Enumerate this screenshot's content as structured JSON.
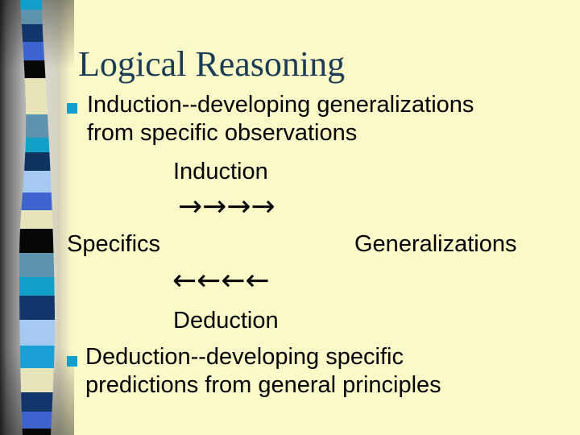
{
  "slide": {
    "title": "Logical Reasoning",
    "bullet1": {
      "line1": "Induction--developing generalizations",
      "line2": "from specific observations"
    },
    "diagram": {
      "top_label": "Induction",
      "forward_arrows": "→→→→",
      "left_term": "Specifics",
      "right_term": "Generalizations",
      "back_arrows": "←←←←",
      "bottom_label": "Deduction"
    },
    "bullet2": {
      "line1": "Deduction--developing specific",
      "line2": "predictions from general principles"
    }
  },
  "colors": {
    "background": "#FCF9C8",
    "title_text": "#1B3C55",
    "body_text": "#000000",
    "bullet_square": "#189EC6"
  },
  "ribbon": {
    "stripes": [
      {
        "color": "#12A0C9",
        "h": 12
      },
      {
        "color": "#5E93AD",
        "h": 18
      },
      {
        "color": "#12366B",
        "h": 22
      },
      {
        "color": "#3D63CE",
        "h": 23
      },
      {
        "color": "#070707",
        "h": 22
      },
      {
        "color": "#E8E4BA",
        "h": 45
      },
      {
        "color": "#5E93AD",
        "h": 29
      },
      {
        "color": "#12A0C9",
        "h": 18
      },
      {
        "color": "#0E3462",
        "h": 23
      },
      {
        "color": "#A5C9F0",
        "h": 27
      },
      {
        "color": "#3D63CE",
        "h": 22
      },
      {
        "color": "#E8E4BA",
        "h": 23
      },
      {
        "color": "#070707",
        "h": 30
      },
      {
        "color": "#5E93AD",
        "h": 30
      },
      {
        "color": "#12A0C9",
        "h": 23
      },
      {
        "color": "#12366B",
        "h": 30
      },
      {
        "color": "#A5C9F0",
        "h": 32
      },
      {
        "color": "#1B9FD4",
        "h": 28
      },
      {
        "color": "#E8E4BA",
        "h": 30
      },
      {
        "color": "#12366B",
        "h": 24
      },
      {
        "color": "#3D63CE",
        "h": 21
      },
      {
        "color": "#070707",
        "h": 8
      }
    ]
  }
}
